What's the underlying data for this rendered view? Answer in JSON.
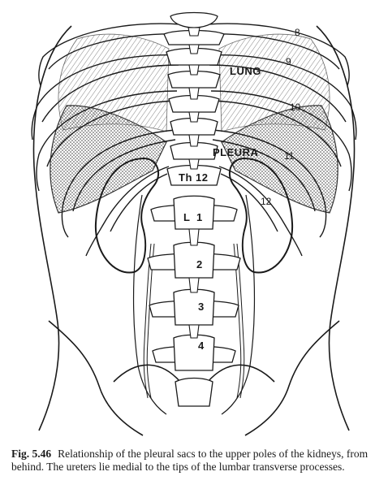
{
  "figure": {
    "labels": {
      "rib_8": "8",
      "rib_9": "9",
      "rib_10": "10",
      "rib_11": "11",
      "rib_12": "12",
      "lung": "LUNG",
      "pleura": "PLEURA",
      "th12": "Th 12",
      "l": "L",
      "l1": "1",
      "l2": "2",
      "l3": "3",
      "l4": "4"
    }
  },
  "caption": {
    "number": "Fig. 5.46",
    "text": "Relationship of the pleural sacs to the upper poles of the kidneys, from behind. The ureters lie medial to the tips of the lumbar transverse processes."
  }
}
